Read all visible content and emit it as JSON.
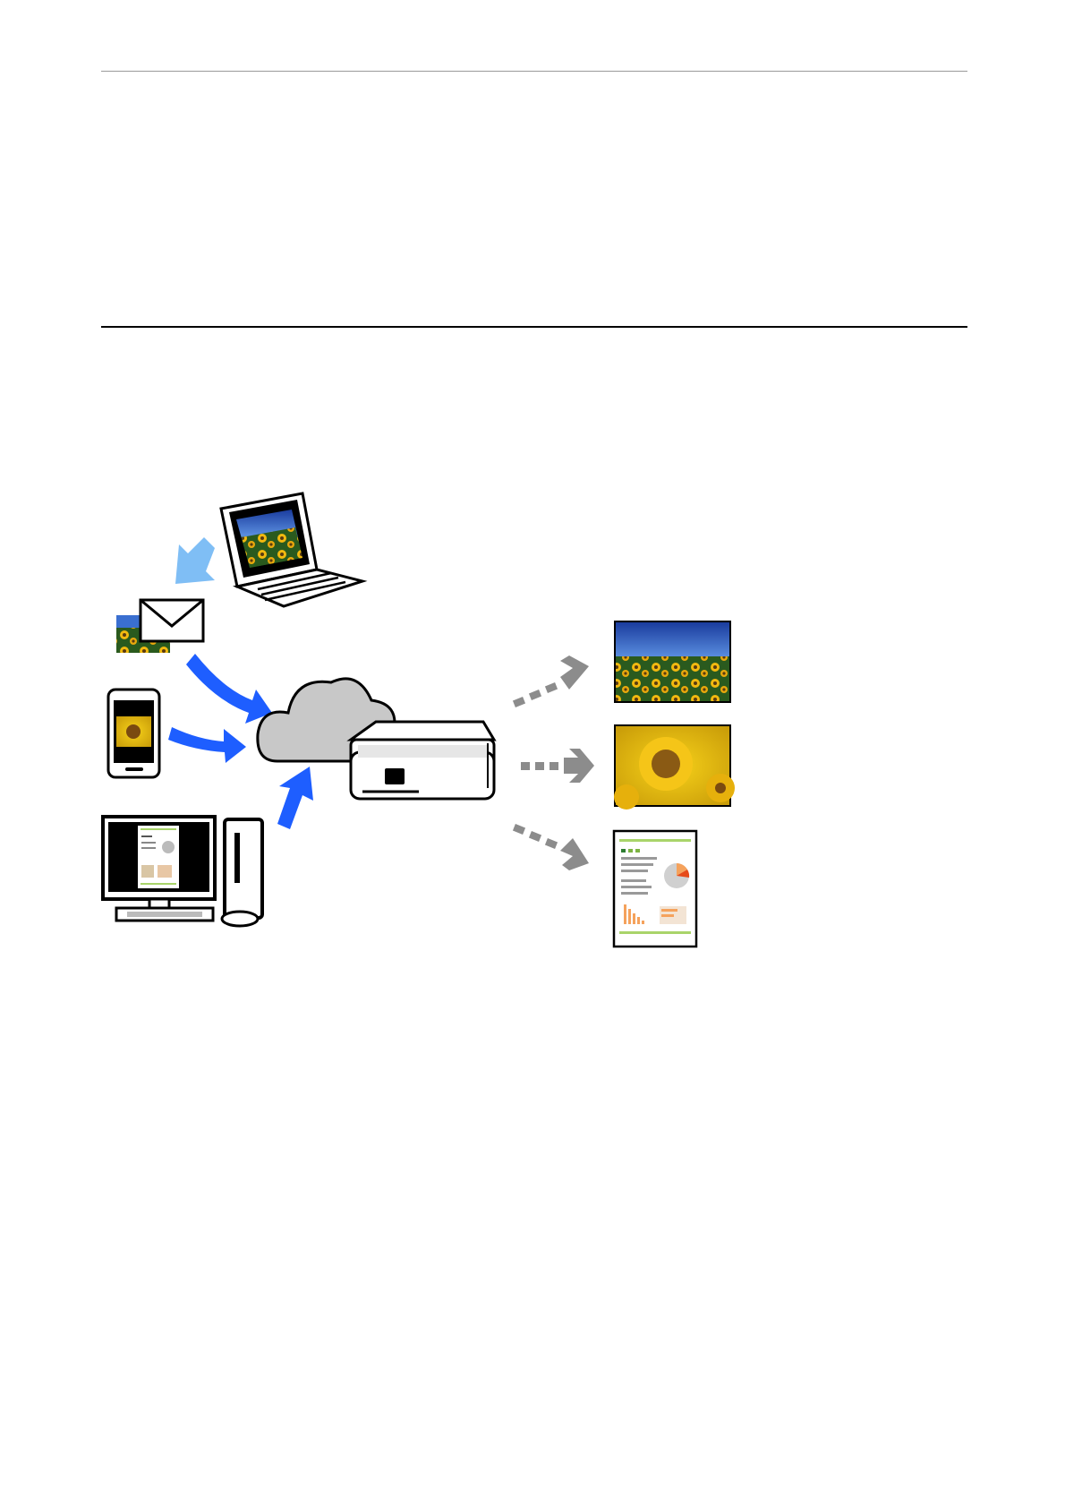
{
  "page": {
    "header_rule": true,
    "section_rule": true
  },
  "illustration": {
    "description_free": true,
    "inputs": [
      "laptop-icon",
      "email-icon",
      "smartphone-icon",
      "desktop-computer-icon"
    ],
    "hub": [
      "cloud-icon",
      "printer-icon"
    ],
    "outputs": [
      "photo-print-landscape",
      "photo-print-closeup",
      "document-print"
    ],
    "colors": {
      "blue_arrow": "#1e5eff",
      "light_blue_arrow": "#7fbef5",
      "gray_arrow": "#8c8c8c",
      "cloud": "#c8c8c8",
      "green_accent": "#a9d46a",
      "orange_accent": "#f5a25c"
    }
  }
}
